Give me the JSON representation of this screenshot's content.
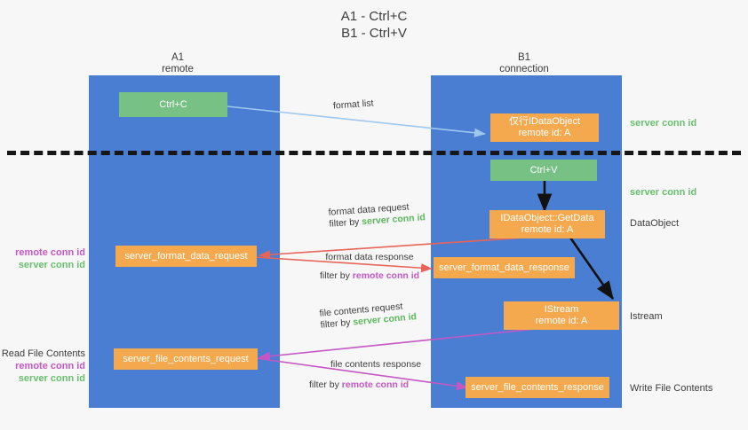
{
  "title": {
    "line1": "A1 - Ctrl+C",
    "line2": "B1 - Ctrl+V"
  },
  "columns": [
    {
      "name": "A1",
      "sub": "remote"
    },
    {
      "name": "B1",
      "sub": "connection"
    }
  ],
  "colors": {
    "column": "#4a7ed2",
    "green_box": "#76c183",
    "orange_box": "#f5a94e",
    "server_conn_id": "#5cb85c",
    "remote_conn_id": "#c457c4",
    "arrow_format_list": "#9ec8ef",
    "arrow_ctrlv": "#111111",
    "arrow_format_data": "#e8645a",
    "arrow_file_contents": "#c457c4",
    "background": "#f7f7f7"
  },
  "boxes": [
    {
      "id": "ctrl-c",
      "style": "green",
      "line1": "Ctrl+C",
      "line2": ""
    },
    {
      "id": "idataobject",
      "style": "orange",
      "line1": "仅行IDataObject",
      "line2": "remote id: A"
    },
    {
      "id": "ctrl-v",
      "style": "green",
      "line1": "Ctrl+V",
      "line2": ""
    },
    {
      "id": "idataobject-getdata",
      "style": "orange",
      "line1": "IDataObject::GetData",
      "line2": "remote id: A"
    },
    {
      "id": "server-format-data-request",
      "style": "orange",
      "line1": "server_format_data_request",
      "line2": ""
    },
    {
      "id": "server-format-data-response",
      "style": "orange",
      "line1": "server_format_data_response",
      "line2": ""
    },
    {
      "id": "istream",
      "style": "orange",
      "line1": "IStream",
      "line2": "remote id: A"
    },
    {
      "id": "server-file-contents-request",
      "style": "orange",
      "line1": "server_file_contents_request",
      "line2": ""
    },
    {
      "id": "server-file-contents-response",
      "style": "orange",
      "line1": "server_file_contents_response",
      "line2": ""
    }
  ],
  "arrow_labels": {
    "format_list": "format list",
    "format_data_request": {
      "line1": "format data request",
      "prefix": "filter by ",
      "highlight": "server conn id"
    },
    "format_data_response": {
      "line1": "format data response",
      "prefix": "filter by ",
      "highlight": "remote conn id"
    },
    "file_contents_request": {
      "line1": "file contents request",
      "prefix": "filter by ",
      "highlight": "server conn id"
    },
    "file_contents_response": {
      "line1": "file contents response",
      "prefix": "filter by ",
      "highlight": "remote conn id"
    }
  },
  "right_labels": {
    "server_conn_id_top": "server conn id",
    "server_conn_id_mid": "server conn id",
    "dataobject": "DataObject",
    "istream": "Istream",
    "write_file_contents": "Write File Contents"
  },
  "left_labels": {
    "remote_conn_id_1": "remote conn id",
    "server_conn_id_1": "server conn id",
    "read_file_contents": "Read File Contents",
    "remote_conn_id_2": "remote conn id",
    "server_conn_id_2": "server conn id"
  }
}
